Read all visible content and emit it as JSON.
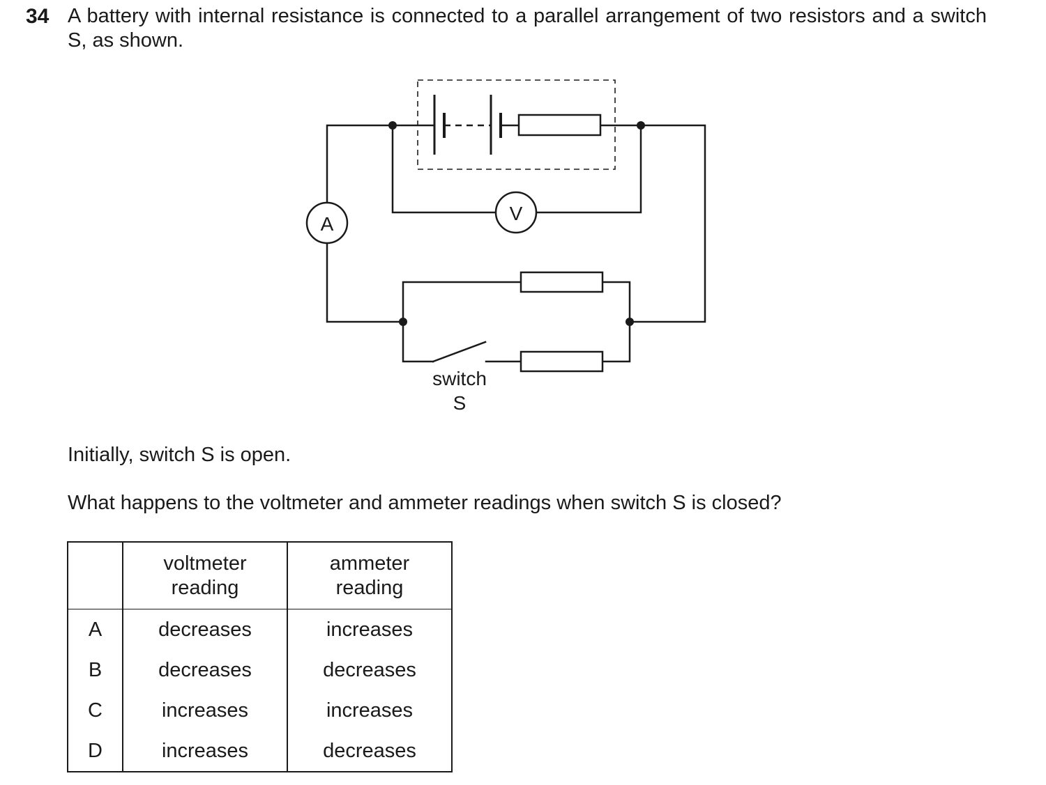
{
  "question": {
    "number": "34",
    "text": "A battery with internal resistance is connected to a parallel arrangement of two resistors and a switch S, as shown."
  },
  "circuit": {
    "ammeter_label": "A",
    "voltmeter_label": "V",
    "switch_label_line1": "switch",
    "switch_label_line2": "S"
  },
  "paragraphs": {
    "initial": "Initially, switch S is open.",
    "prompt": "What happens to the voltmeter and ammeter readings when switch S is closed?"
  },
  "table": {
    "header_voltmeter_line1": "voltmeter",
    "header_voltmeter_line2": "reading",
    "header_ammeter_line1": "ammeter",
    "header_ammeter_line2": "reading",
    "rows": [
      {
        "letter": "A",
        "voltmeter": "decreases",
        "ammeter": "increases"
      },
      {
        "letter": "B",
        "voltmeter": "decreases",
        "ammeter": "decreases"
      },
      {
        "letter": "C",
        "voltmeter": "increases",
        "ammeter": "increases"
      },
      {
        "letter": "D",
        "voltmeter": "increases",
        "ammeter": "decreases"
      }
    ]
  }
}
